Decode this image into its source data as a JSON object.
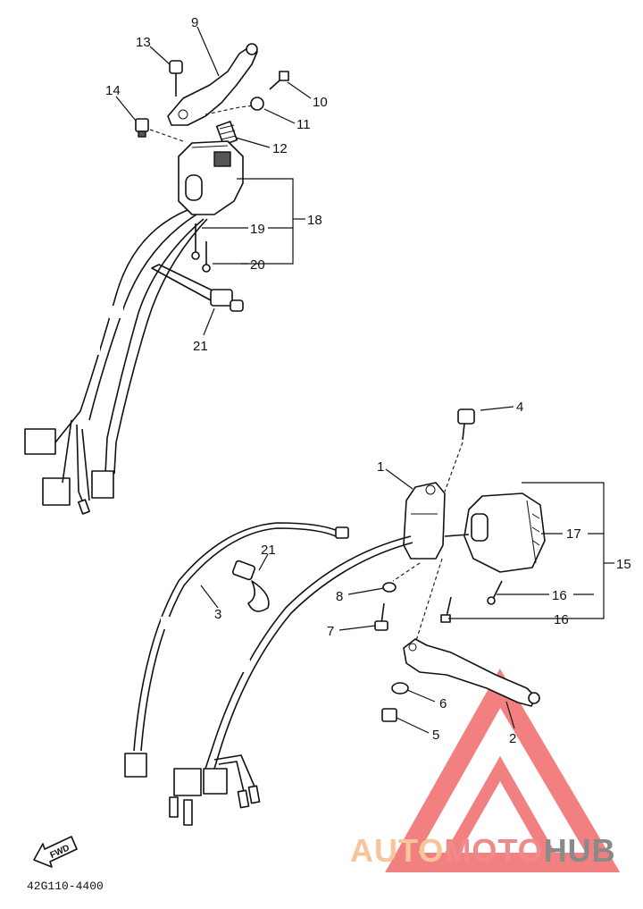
{
  "callouts": {
    "c1": "1",
    "c2": "2",
    "c3": "3",
    "c4": "4",
    "c5": "5",
    "c6": "6",
    "c7": "7",
    "c8": "8",
    "c9": "9",
    "c10": "10",
    "c11": "11",
    "c12": "12",
    "c13": "13",
    "c14": "14",
    "c15": "15",
    "c16a": "16",
    "c16b": "16",
    "c17": "17",
    "c18": "18",
    "c19": "19",
    "c20": "20",
    "c21a": "21",
    "c21b": "21"
  },
  "fwd_label": "FWD",
  "diagram_code": "42G110-4400",
  "watermark": {
    "part1": "AUTO",
    "part2": "MOTO",
    "part3": "HUB",
    "colors": {
      "auto": "#f7c59a",
      "moto": "#f08a8a",
      "hub": "#8a8a8a",
      "triangle": "#f26b6b"
    }
  }
}
